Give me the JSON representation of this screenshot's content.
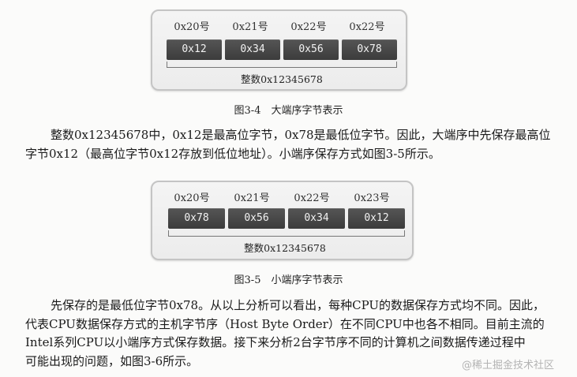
{
  "figure_big_endian": {
    "addresses": [
      "0x20号",
      "0x21号",
      "0x22号",
      "0x22号"
    ],
    "bytes": [
      "0x12",
      "0x34",
      "0x56",
      "0x78"
    ],
    "integer_label": "整数0x12345678",
    "caption": "图3-4　大端序字节表示"
  },
  "paragraph_1": {
    "lines": [
      "整数0x12345678中，0x12是最高位字节，0x78是最低位字节。因此，大端序中先保存最高位",
      "字节0x12（最高位字节0x12存放到低位地址）。小端序保存方式如图3-5所示。"
    ]
  },
  "figure_little_endian": {
    "addresses": [
      "0x20号",
      "0x21号",
      "0x22号",
      "0x23号"
    ],
    "bytes": [
      "0x78",
      "0x56",
      "0x34",
      "0x12"
    ],
    "integer_label": "整数0x12345678",
    "caption": "图3-5　小端序字节表示"
  },
  "paragraph_2": {
    "lines": [
      "先保存的是最低位字节0x78。从以上分析可以看出，每种CPU的数据保存方式均不同。因此，",
      "代表CPU数据保存方式的主机字节序（Host Byte Order）在不同CPU中也各不相同。目前主流的",
      "Intel系列CPU以小端序方式保存数据。接下来分析2台字节序不同的计算机之间数据传递过程中",
      "可能出现的问题，如图3-6所示。"
    ]
  },
  "watermark": "@稀土掘金技术社区"
}
